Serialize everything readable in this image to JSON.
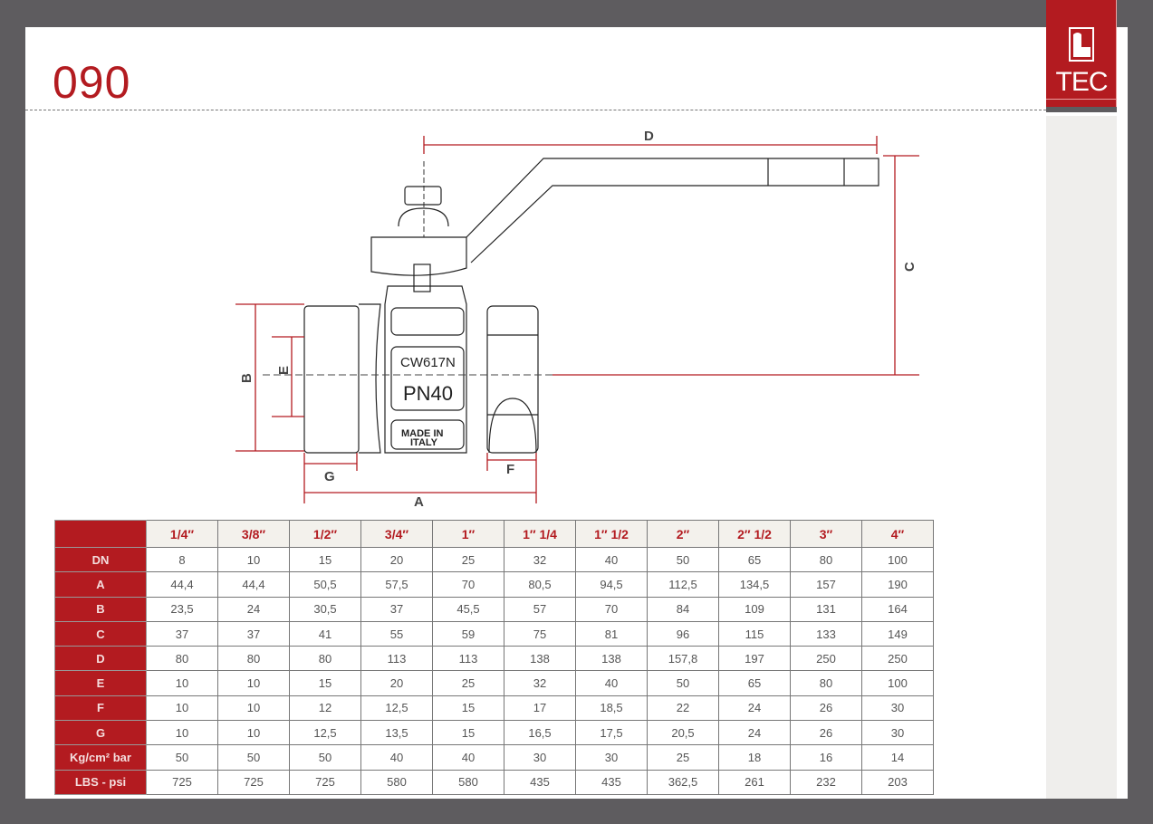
{
  "title": "090",
  "logo": {
    "text": "TEC"
  },
  "drawing": {
    "labels": {
      "A": "A",
      "B": "B",
      "C": "C",
      "D": "D",
      "E": "E",
      "F": "F",
      "G": "G"
    },
    "body_marks": [
      "CW617N",
      "PN40",
      "MADE IN",
      "ITALY"
    ]
  },
  "table": {
    "columns": [
      "1/4″",
      "3/8″",
      "1/2″",
      "3/4″",
      "1″",
      "1″ 1/4",
      "1″ 1/2",
      "2″",
      "2″ 1/2",
      "3″",
      "4″"
    ],
    "rows": [
      {
        "label": "DN",
        "values": [
          "8",
          "10",
          "15",
          "20",
          "25",
          "32",
          "40",
          "50",
          "65",
          "80",
          "100"
        ]
      },
      {
        "label": "A",
        "values": [
          "44,4",
          "44,4",
          "50,5",
          "57,5",
          "70",
          "80,5",
          "94,5",
          "112,5",
          "134,5",
          "157",
          "190"
        ]
      },
      {
        "label": "B",
        "values": [
          "23,5",
          "24",
          "30,5",
          "37",
          "45,5",
          "57",
          "70",
          "84",
          "109",
          "131",
          "164"
        ]
      },
      {
        "label": "C",
        "values": [
          "37",
          "37",
          "41",
          "55",
          "59",
          "75",
          "81",
          "96",
          "115",
          "133",
          "149"
        ]
      },
      {
        "label": "D",
        "values": [
          "80",
          "80",
          "80",
          "113",
          "113",
          "138",
          "138",
          "157,8",
          "197",
          "250",
          "250"
        ]
      },
      {
        "label": "E",
        "values": [
          "10",
          "10",
          "15",
          "20",
          "25",
          "32",
          "40",
          "50",
          "65",
          "80",
          "100"
        ]
      },
      {
        "label": "F",
        "values": [
          "10",
          "10",
          "12",
          "12,5",
          "15",
          "17",
          "18,5",
          "22",
          "24",
          "26",
          "30"
        ]
      },
      {
        "label": "G",
        "values": [
          "10",
          "10",
          "12,5",
          "13,5",
          "15",
          "16,5",
          "17,5",
          "20,5",
          "24",
          "26",
          "30"
        ]
      },
      {
        "label": "Kg/cm² bar",
        "values": [
          "50",
          "50",
          "50",
          "40",
          "40",
          "30",
          "30",
          "25",
          "18",
          "16",
          "14"
        ]
      },
      {
        "label": "LBS - psi",
        "values": [
          "725",
          "725",
          "725",
          "580",
          "580",
          "435",
          "435",
          "362,5",
          "261",
          "232",
          "203"
        ]
      }
    ]
  }
}
